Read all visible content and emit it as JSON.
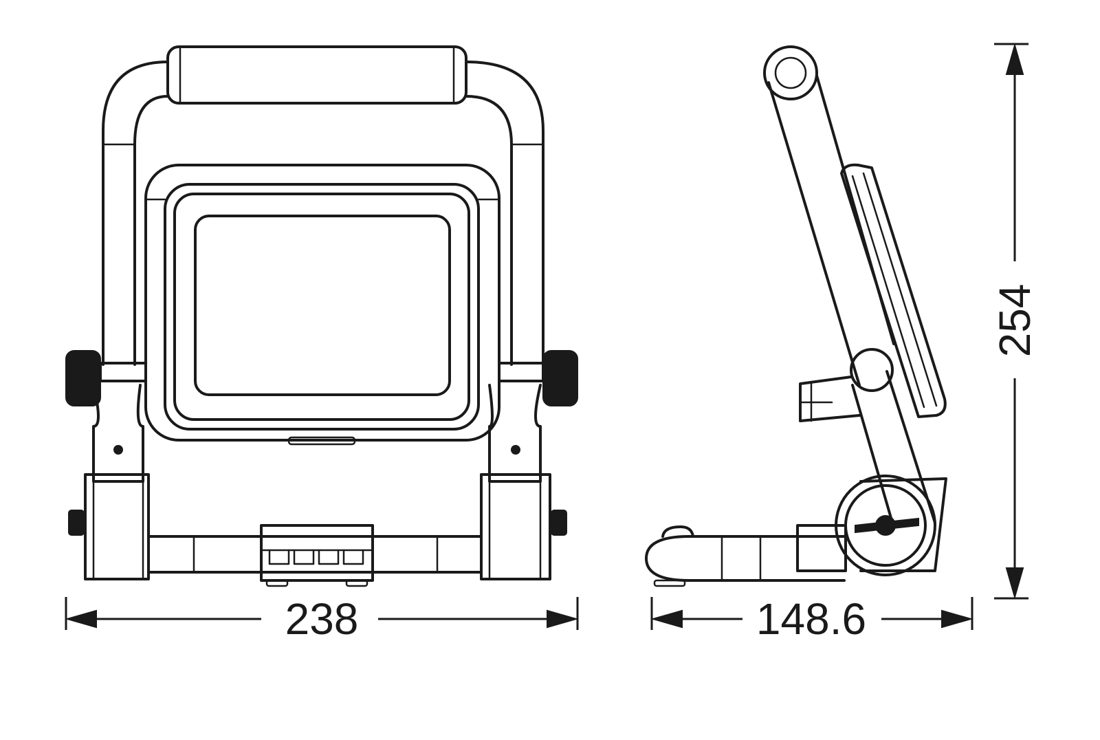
{
  "dimensions": {
    "width": "238",
    "depth": "148.6",
    "height": "254"
  },
  "colors": {
    "line": "#1a1a1a",
    "background": "#ffffff"
  }
}
